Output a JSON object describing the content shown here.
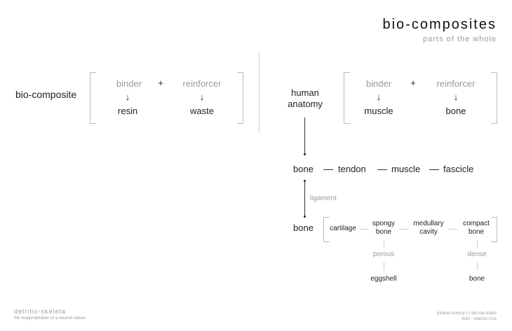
{
  "header": {
    "title": "bio-composites",
    "subtitle": "parts of the whole"
  },
  "left": {
    "label": "bio-composite",
    "binder": "binder",
    "plus": "+",
    "reinforcer": "reinforcer",
    "arrow": "↓",
    "resin": "resin",
    "waste": "waste"
  },
  "right": {
    "label_line1": "human",
    "label_line2": "anatomy",
    "binder": "binder",
    "plus": "+",
    "reinforcer": "reinforcer",
    "arrow": "↓",
    "muscle": "muscle",
    "bone": "bone"
  },
  "chain": [
    "bone",
    "tendon",
    "muscle",
    "fascicle"
  ],
  "ligament": "ligament",
  "structure": {
    "label": "bone",
    "cartilage": "cartilage",
    "spongy": [
      "spongy",
      "bone"
    ],
    "medullary": [
      "medullary",
      "cavity"
    ],
    "compact": [
      "compact",
      "bone"
    ],
    "porous": "porous",
    "eggshell": "eggshell",
    "dense": "dense",
    "bone2": "bone"
  },
  "footer": {
    "project": "detritic-skeleta",
    "tagline": "the reappropriation of a second nature",
    "credit": "johana monroy | c bio.ma studio",
    "tutor": "tutor : marcos cruz"
  }
}
